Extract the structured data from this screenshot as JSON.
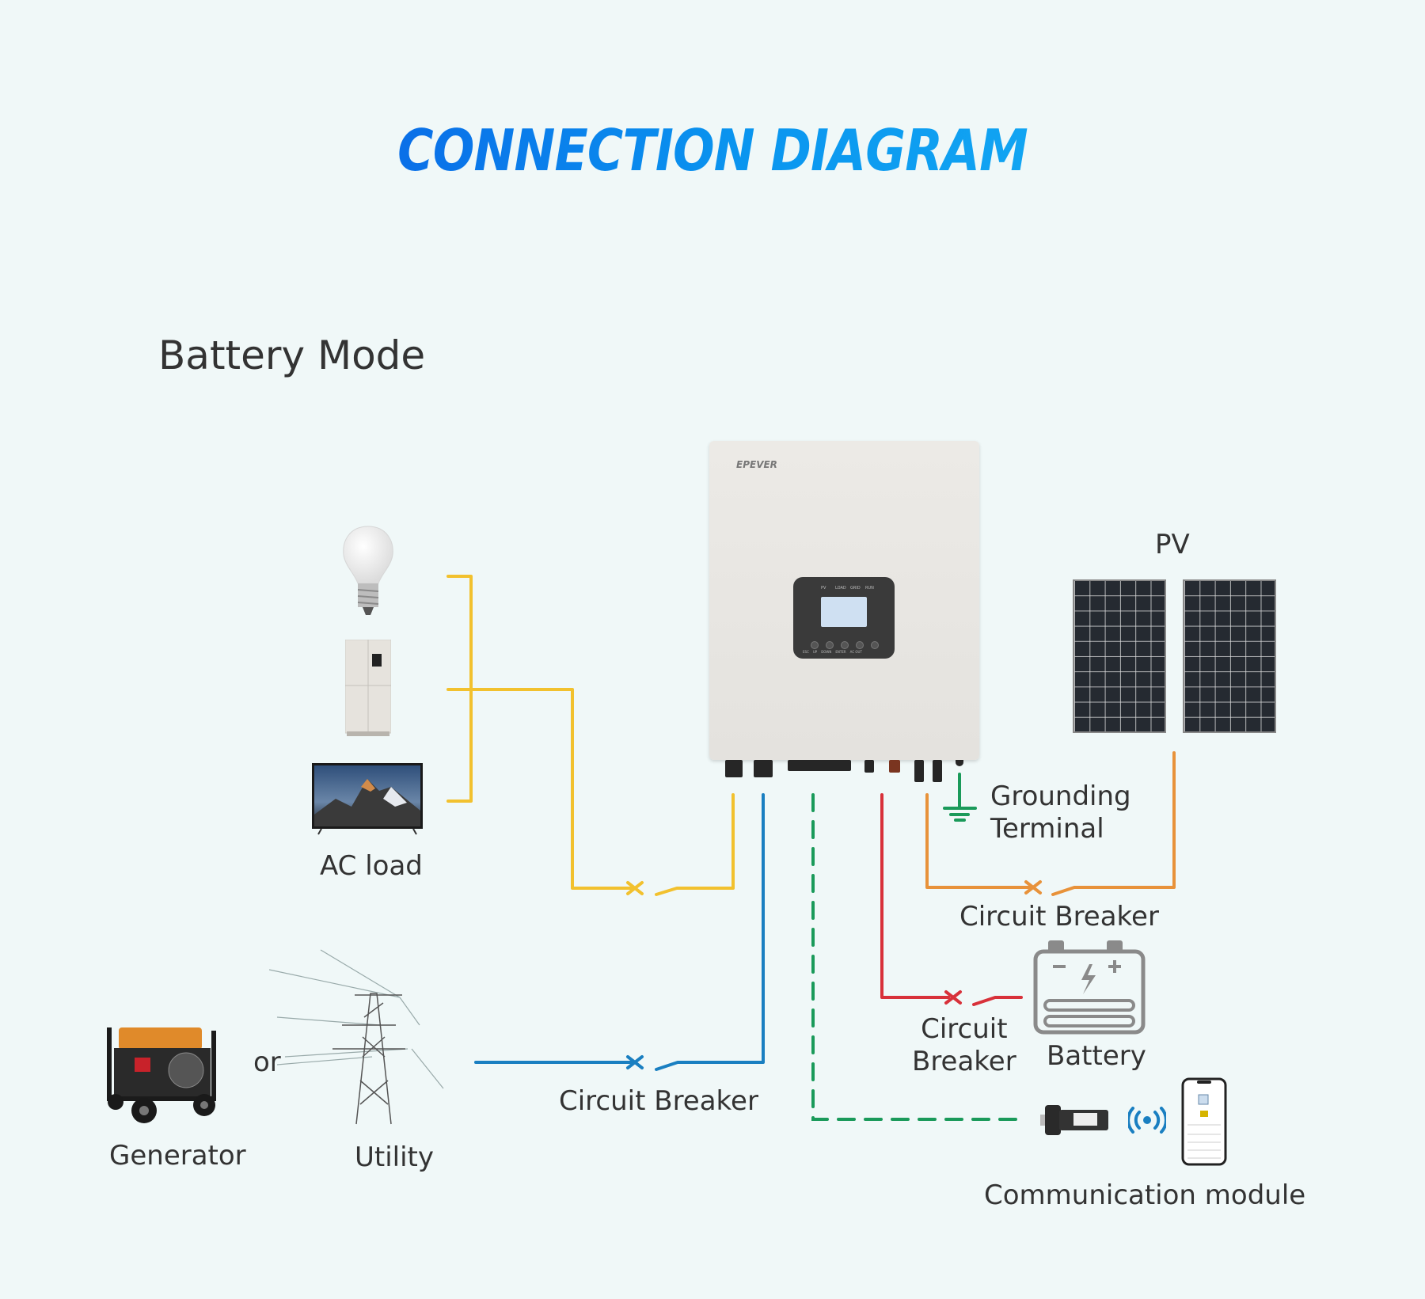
{
  "title": "CONNECTION DIAGRAM",
  "mode_heading": "Battery Mode",
  "inverter": {
    "brand": "EPEVER",
    "indicators": [
      "PV",
      "LOAD",
      "GRID",
      "RUN"
    ],
    "buttons": [
      "ESC",
      "UP",
      "DOWN",
      "ENTER",
      "AC OUT"
    ]
  },
  "labels": {
    "ac_load": "AC load",
    "pv": "PV",
    "grounding_line1": "Grounding",
    "grounding_line2": "Terminal",
    "pv_breaker": "Circuit Breaker",
    "battery_breaker_line1": "Circuit",
    "battery_breaker_line2": "Breaker",
    "battery": "Battery",
    "grid_breaker": "Circuit Breaker",
    "generator": "Generator",
    "or": "or",
    "utility": "Utility",
    "communication": "Communication module"
  },
  "colors": {
    "background": "#f0f8f8",
    "ac_output_wire": "#f2c12e",
    "ac_input_wire": "#1a7fc1",
    "communication_wire": "#1a9a5a",
    "battery_wire": "#d8313a",
    "pv_wire": "#e8923a",
    "ground_wire": "#1a9a5a",
    "title_blue": "#0a8bec"
  },
  "ac_loads": [
    "light-bulb",
    "refrigerator",
    "television"
  ]
}
